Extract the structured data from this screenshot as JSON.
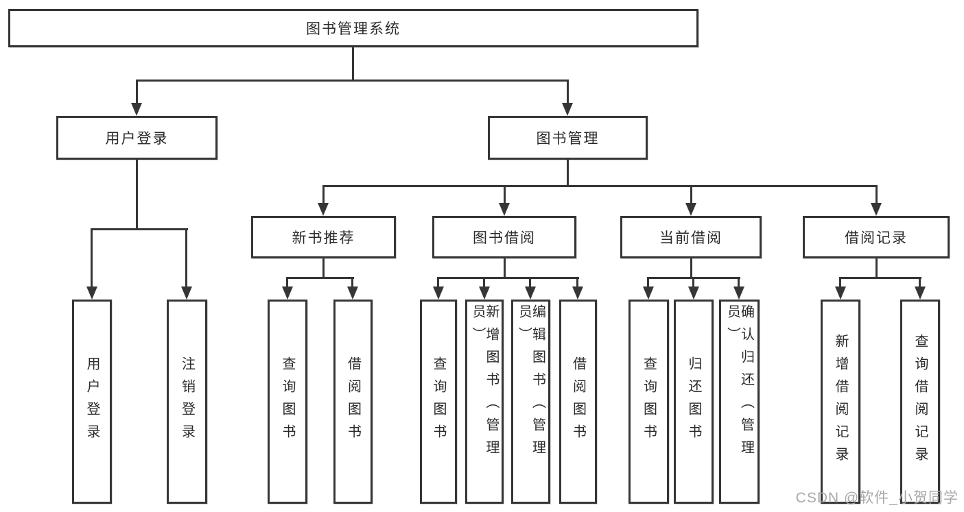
{
  "diagram_title": "图书管理系统",
  "tree": {
    "root": {
      "label": "图书管理系统"
    },
    "branches": [
      {
        "label": "用户登录",
        "leaves": [
          "用户登录",
          "注销登录"
        ]
      },
      {
        "label": "图书管理",
        "groups": [
          {
            "label": "新书推荐",
            "leaves": [
              "查询图书",
              "借阅图书"
            ]
          },
          {
            "label": "图书借阅",
            "leaves": [
              "查询图书",
              "新增图书（管理员）",
              "编辑图书（管理员）",
              "借阅图书"
            ]
          },
          {
            "label": "当前借阅",
            "leaves": [
              "查询图书",
              "归还图书",
              "确认归还（管理员）"
            ]
          },
          {
            "label": "借阅记录",
            "leaves": [
              "新增借阅记录",
              "查询借阅记录"
            ]
          }
        ]
      }
    ]
  },
  "watermark": {
    "text": "CSDN @软件_小贺同学"
  },
  "colors": {
    "line": "#363636",
    "text": "#2b2b2b",
    "watermark": "#a8a8a8",
    "background": "#ffffff"
  }
}
